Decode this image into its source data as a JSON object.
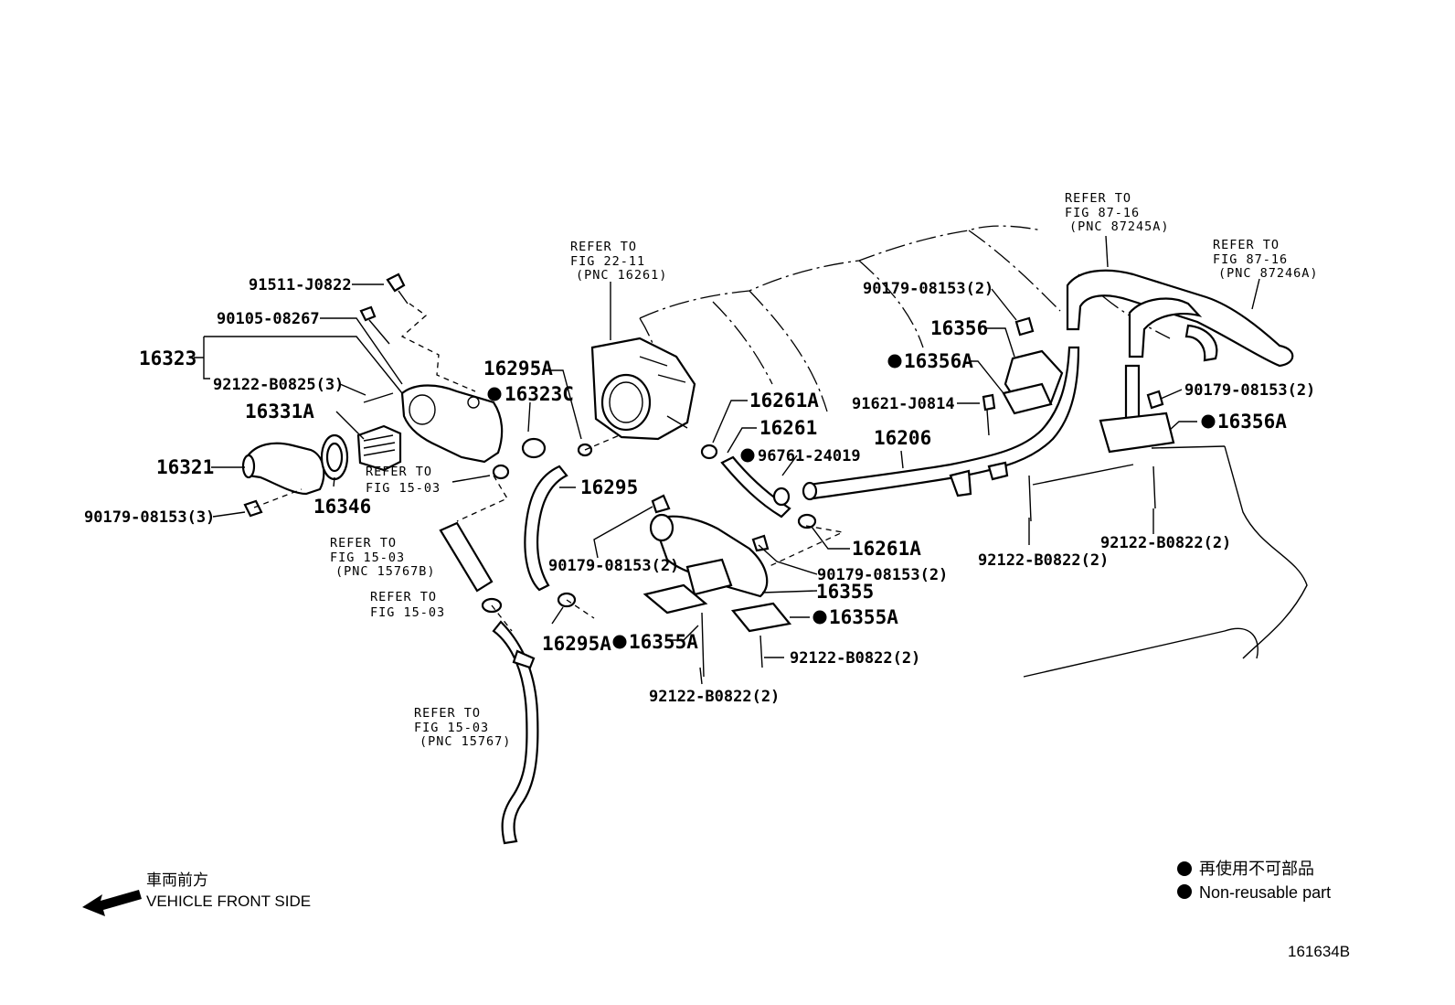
{
  "diagram_id": "161634B",
  "legend": {
    "marker": "●",
    "jp": "再使用不可部品",
    "en": "Non-reusable part"
  },
  "direction": {
    "jp": "車両前方",
    "en": "VEHICLE FRONT SIDE"
  },
  "parts": {
    "p16323": "16323",
    "p91511": "91511-J0822",
    "p90105": "90105-08267",
    "p92122_b0825": "92122-B0825(3)",
    "p16331a": "16331A",
    "p16321": "16321",
    "p16346": "16346",
    "p90179_3": "90179-08153(3)",
    "p16295a_top": "16295A",
    "p16323c": "16323C",
    "p16295": "16295",
    "p16295a_bot": "16295A",
    "p16261a_top": "16261A",
    "p16261": "16261",
    "p96761": "96761-24019",
    "p16261a_bot": "16261A",
    "p90179_mid_a": "90179-08153(2)",
    "p90179_mid_b": "90179-08153(2)",
    "p16355": "16355",
    "p16355a_right": "16355A",
    "p16355a_left": "16355A",
    "p92122_b0822_mid": "92122-B0822(2)",
    "p92122_b0822_low": "92122-B0822(2)",
    "p90179_top": "90179-08153(2)",
    "p16356": "16356",
    "p16356a_left": "16356A",
    "p91621": "91621-J0814",
    "p16206": "16206",
    "p90179_right": "90179-08153(2)",
    "p16356a_right": "16356A",
    "p92122_b0822_r1": "92122-B0822(2)",
    "p92122_b0822_r2": "92122-B0822(2)"
  },
  "refs": {
    "r_22_11": {
      "l1": "REFER TO",
      "l2": "FIG 22-11",
      "l3": "(PNC 16261)"
    },
    "r_87_16a": {
      "l1": "REFER TO",
      "l2": "FIG 87-16",
      "l3": "(PNC 87245A)"
    },
    "r_87_16b": {
      "l1": "REFER TO",
      "l2": "FIG 87-16",
      "l3": "(PNC 87246A)"
    },
    "r_15_03a": {
      "l1": "REFER TO",
      "l2": "FIG 15-03"
    },
    "r_15_03b": {
      "l1": "REFER TO",
      "l2": "FIG 15-03",
      "l3": "(PNC 15767B)"
    },
    "r_15_03c": {
      "l1": "REFER TO",
      "l2": "FIG 15-03"
    },
    "r_15_03d": {
      "l1": "REFER TO",
      "l2": "FIG 15-03",
      "l3": "(PNC 15767)"
    }
  }
}
